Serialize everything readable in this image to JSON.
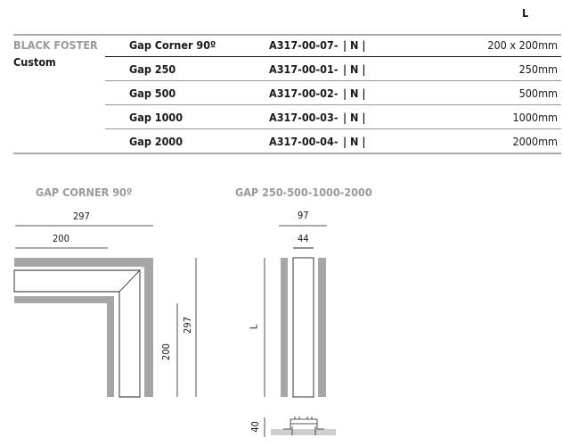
{
  "header": {
    "length_col": "L"
  },
  "family": {
    "name": "BLACK FOSTER",
    "variant": "Custom"
  },
  "rows": [
    {
      "name": "Gap Corner 90º",
      "code": "A317-00-07-",
      "option": "| N |",
      "size": "200 x 200mm"
    },
    {
      "name": "Gap 250",
      "code": "A317-00-01-",
      "option": "| N |",
      "size": "250mm"
    },
    {
      "name": "Gap 500",
      "code": "A317-00-02-",
      "option": "| N |",
      "size": "500mm"
    },
    {
      "name": "Gap 1000",
      "code": "A317-00-03-",
      "option": "| N |",
      "size": "1000mm"
    },
    {
      "name": "Gap 2000",
      "code": "A317-00-04-",
      "option": "| N |",
      "size": "2000mm"
    }
  ],
  "drawings": {
    "corner": {
      "title": "GAP CORNER 90º",
      "dim_total_w": "297",
      "dim_arm_w": "200",
      "dim_arm_h": "200",
      "dim_total_h": "297"
    },
    "straight": {
      "title": "GAP 250-500-1000-2000",
      "dim_outer_w": "97",
      "dim_inner_w": "44",
      "dim_length": "L",
      "dim_height": "40"
    }
  }
}
